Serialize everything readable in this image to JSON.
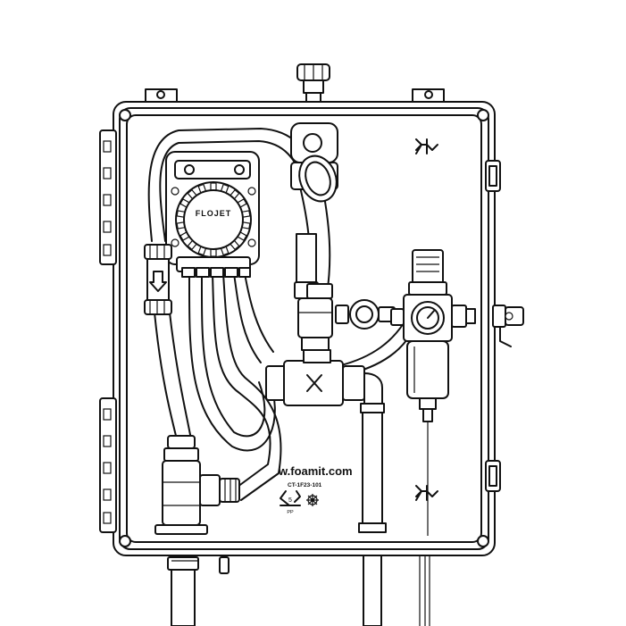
{
  "labels": {
    "brand": "FLOJET",
    "website": "w.foamit.com",
    "part_number": "CT-1F23-101",
    "recycle_code": "5",
    "recycle_material": "PP"
  }
}
